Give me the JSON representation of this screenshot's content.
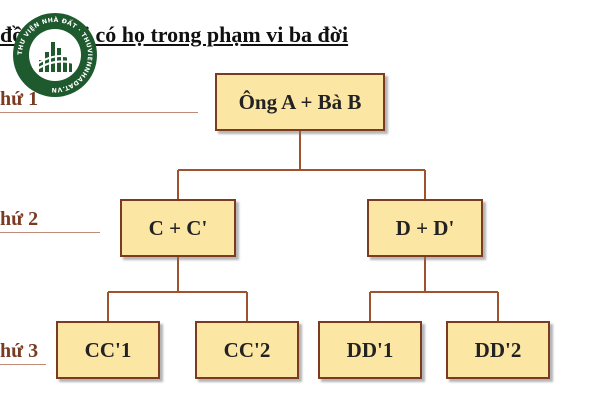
{
  "title": {
    "text_before": "đồ",
    "text_after": "người có họ trong phạm vi ba đời"
  },
  "generations": [
    {
      "label": "hứ 1"
    },
    {
      "label": "hứ 2"
    },
    {
      "label": "hứ 3"
    }
  ],
  "nodes": {
    "root": "Ông A + Bà B",
    "c_couple": "C + C'",
    "d_couple": "D + D'",
    "cc1": "CC'1",
    "cc2": "CC'2",
    "dd1": "DD'1",
    "dd2": "DD'2"
  },
  "watermark": {
    "text": "THƯ VIỆN NHÀ ĐẤT · THUVIENNHADAT.VN",
    "colors": {
      "ring": "#1e5a2e",
      "fill": "#ffffff"
    }
  },
  "colors": {
    "node_fill": "#fbe6a4",
    "node_border": "#7a3b22",
    "connector": "#a0522d",
    "label_text": "#7a3b22"
  }
}
